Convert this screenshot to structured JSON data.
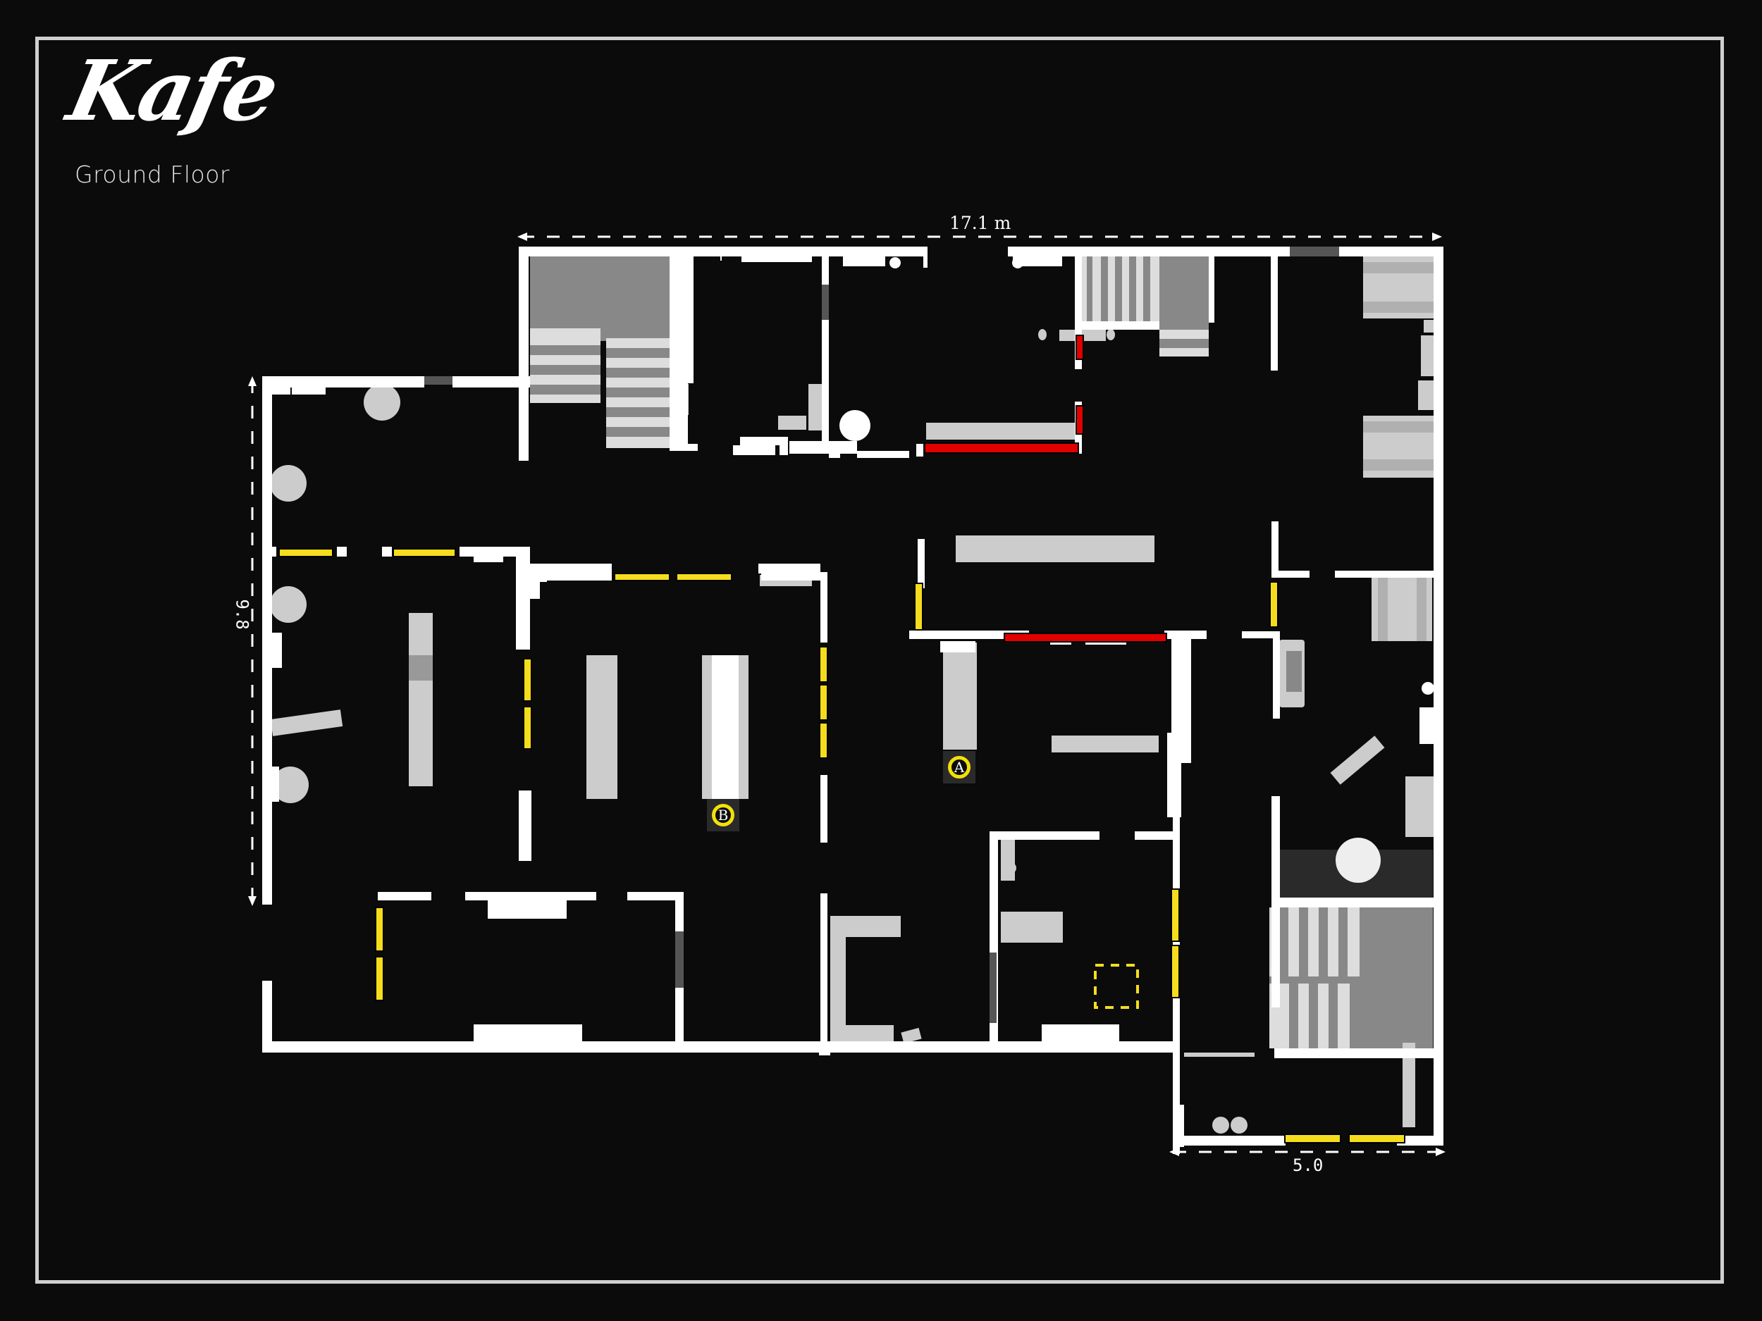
{
  "map": {
    "title": "Kafe",
    "subtitle": "Ground Floor",
    "dimensions": {
      "width_top": "17.1 m",
      "height_left": "9.8",
      "width_bottom": "5.0"
    },
    "markers": [
      {
        "id": "A",
        "label": "A"
      },
      {
        "id": "B",
        "label": "B"
      }
    ],
    "colors": {
      "background": "#0b0b0b",
      "wall": "#ffffff",
      "furniture": "#cccccc",
      "stairs_dark": "#888888",
      "stairs_light": "#dddddd",
      "window_yellow": "#f5dd1e",
      "breakable_red": "#e00000",
      "marker_ring": "#f2e00a"
    },
    "legend_elements": [
      "walls",
      "furniture",
      "stairs",
      "windows",
      "breakable-walls",
      "objective-markers",
      "spawn-zone"
    ]
  }
}
